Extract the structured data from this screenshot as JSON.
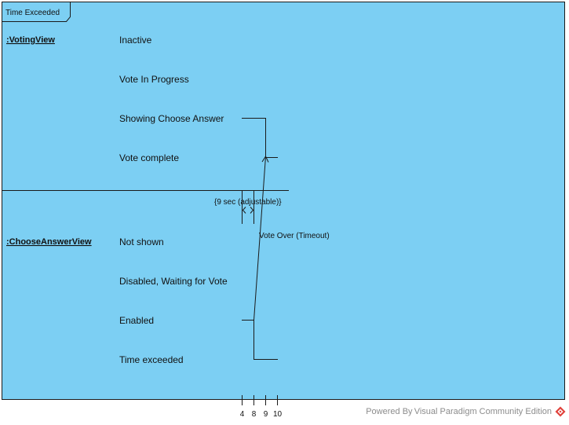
{
  "frame": {
    "title": "Time Exceeded",
    "fill": "#7ccff3",
    "stroke": "#1a1a1a"
  },
  "lifelines": [
    {
      "name": ":VotingView",
      "states": [
        "Inactive",
        "Vote In Progress",
        "Showing Choose Answer",
        "Vote complete"
      ]
    },
    {
      "name": ":ChooseAnswerView",
      "states": [
        "Not shown",
        "Disabled, Waiting for Vote",
        "Enabled",
        "Time exceeded"
      ]
    }
  ],
  "constraint": "{9 sec (adjustable)}",
  "message": "Vote Over (Timeout)",
  "ticks": [
    "4",
    "8",
    "9",
    "10"
  ],
  "footer": {
    "text": "Powered By Visual Paradigm Community Edition"
  },
  "icons": {
    "logo": "visual-paradigm-logo-icon"
  },
  "colors": {
    "logo": "#e0403a"
  }
}
